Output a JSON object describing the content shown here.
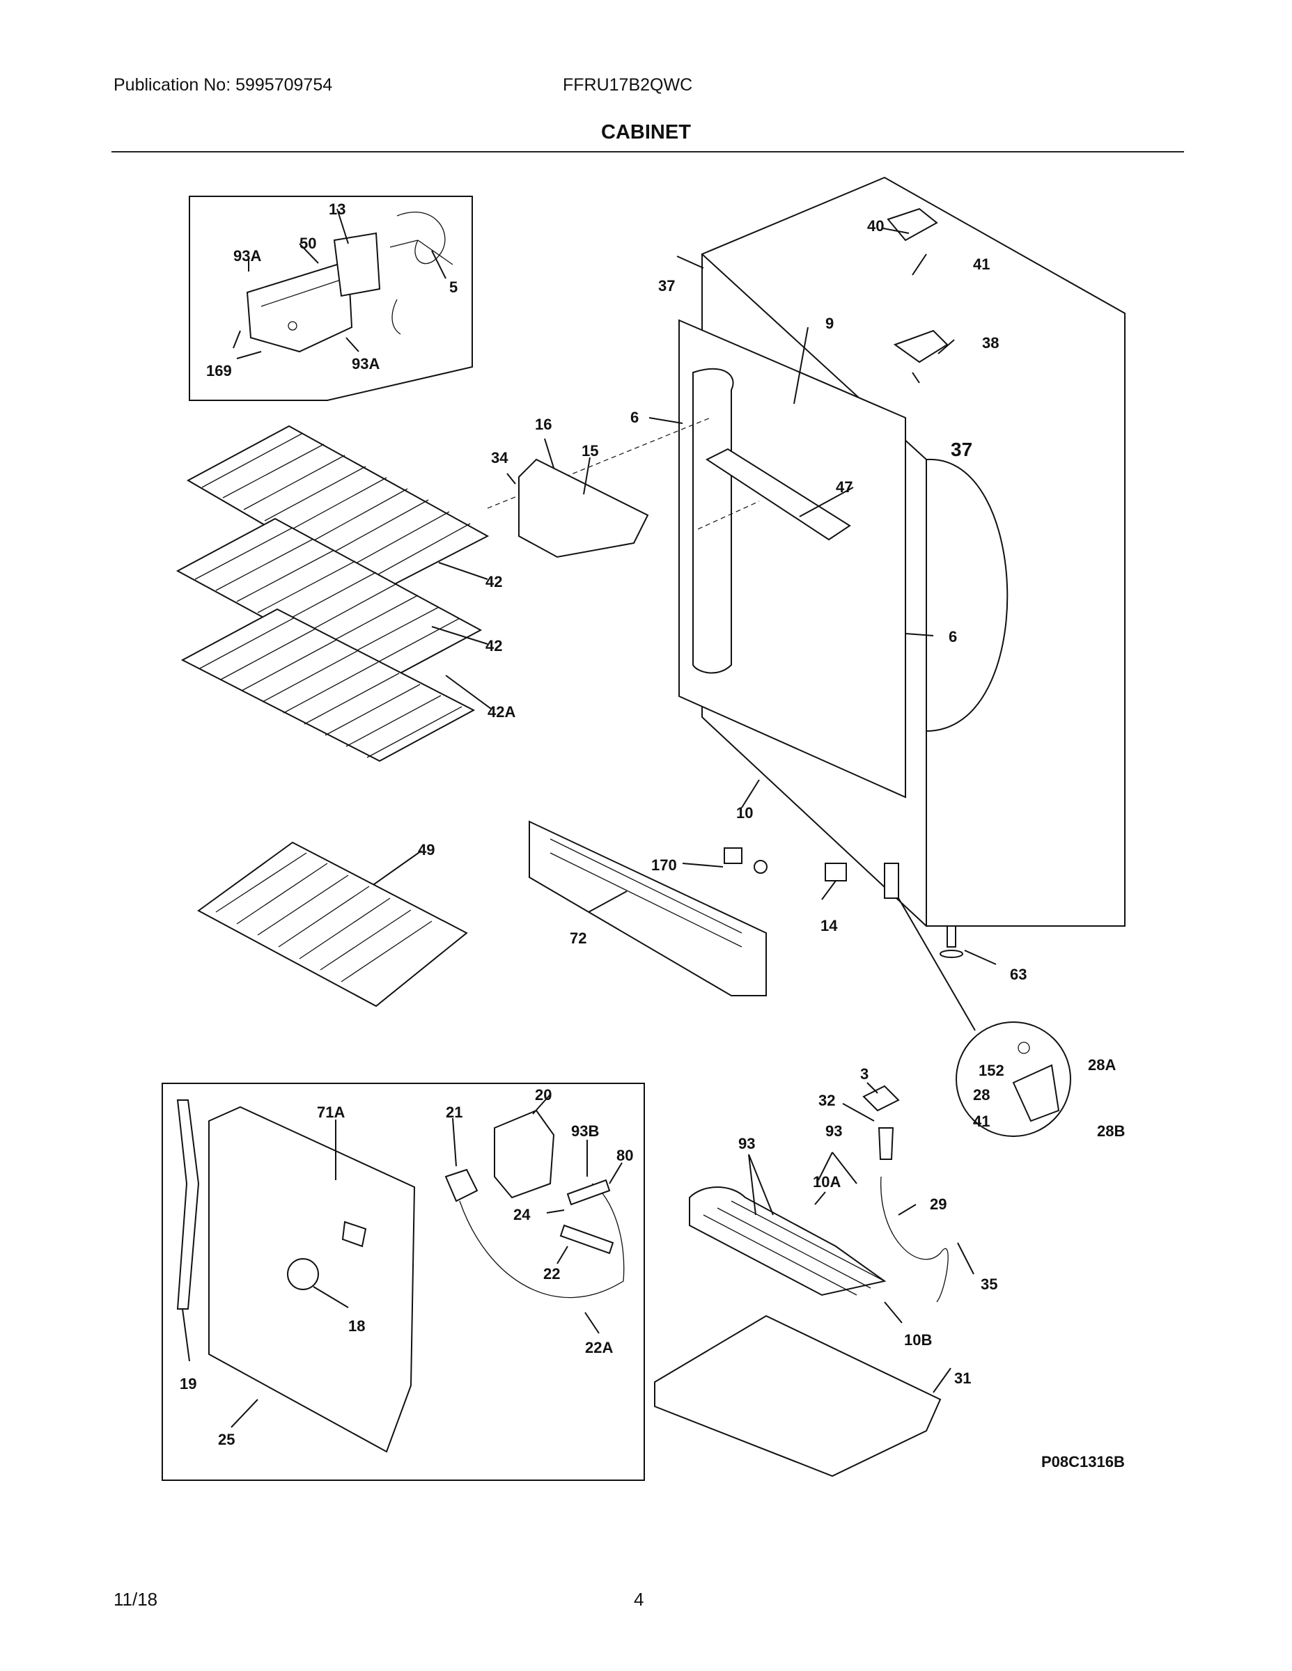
{
  "header": {
    "publication": "Publication No: 5995709754",
    "model": "FFRU17B2QWC",
    "title": "CABINET"
  },
  "footer": {
    "date": "11/18",
    "page": "4"
  },
  "diagram_code": "P08C1316B",
  "labels": {
    "l13": "13",
    "l93a_top": "93A",
    "l50": "50",
    "l5": "5",
    "l169": "169",
    "l93a_bot": "93A",
    "l37a": "37",
    "l40": "40",
    "l41a": "41",
    "l38": "38",
    "l9": "9",
    "l6a": "6",
    "l37b": "37",
    "l16": "16",
    "l34": "34",
    "l15": "15",
    "l47": "47",
    "l42a": "42",
    "l42b": "42",
    "l42c": "42A",
    "l6b": "6",
    "l10": "10",
    "l49": "49",
    "l170": "170",
    "l72": "72",
    "l14": "14",
    "l63": "63",
    "l71a": "71A",
    "l21": "21",
    "l20": "20",
    "l93b": "93B",
    "l80": "80",
    "l24": "24",
    "l22": "22",
    "l18": "18",
    "l22a": "22A",
    "l19": "19",
    "l25": "25",
    "l3": "3",
    "l32": "32",
    "l93c": "93",
    "l93d": "93",
    "l10a": "10A",
    "l29": "29",
    "l35": "35",
    "l10b": "10B",
    "l31": "31",
    "l152": "152",
    "l28a": "28A",
    "l28": "28",
    "l41b": "41",
    "l28b": "28B"
  }
}
